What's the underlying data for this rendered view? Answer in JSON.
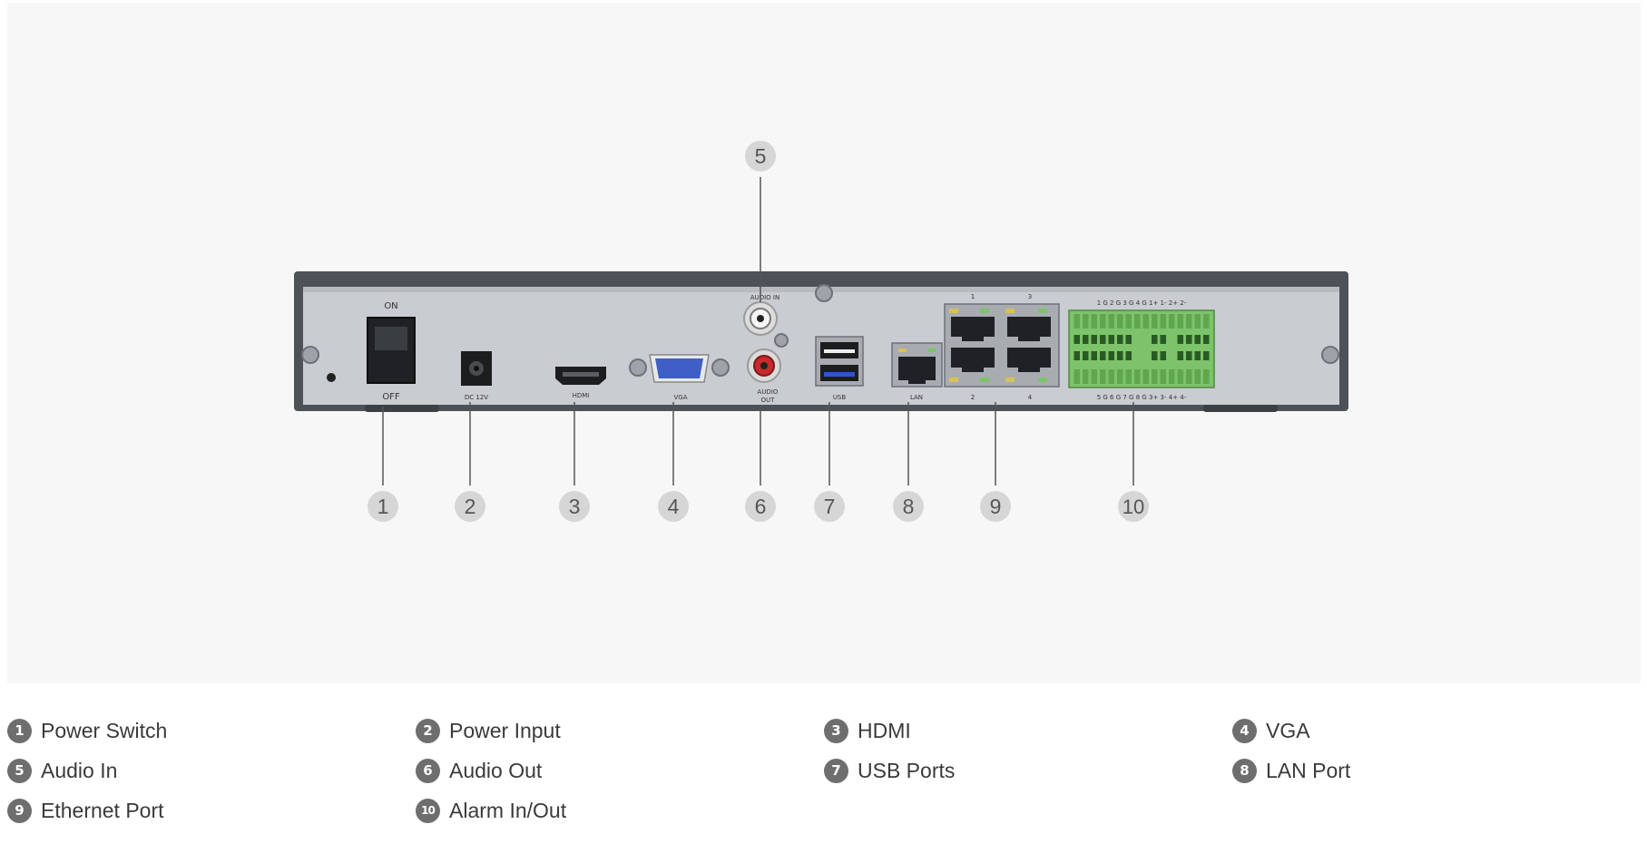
{
  "callouts": [
    {
      "number": "1",
      "label": "Power Switch"
    },
    {
      "number": "2",
      "label": "Power Input"
    },
    {
      "number": "3",
      "label": "HDMI"
    },
    {
      "number": "4",
      "label": "VGA"
    },
    {
      "number": "5",
      "label": "Audio In"
    },
    {
      "number": "6",
      "label": "Audio Out"
    },
    {
      "number": "7",
      "label": "USB Ports"
    },
    {
      "number": "8",
      "label": "LAN Port"
    },
    {
      "number": "9",
      "label": "Ethernet Port"
    },
    {
      "number": "10",
      "label": "Alarm In/Out"
    }
  ],
  "panel_text": {
    "on": "ON",
    "off": "OFF",
    "dc": "DC 12V",
    "hdmi": "HDMI",
    "vga": "VGA",
    "audio_in": "AUDIO IN",
    "audio_out_1": "AUDIO",
    "audio_out_2": "OUT",
    "usb": "USB",
    "lan": "LAN",
    "poe_1": "1",
    "poe_2": "2",
    "poe_3": "3",
    "poe_4": "4",
    "alarm_top": "1 G 2 G 3 G 4 G 1+ 1- 2+ 2-",
    "alarm_bottom": "5 G 6 G 7 G 8 G 3+ 3- 4+ 4-"
  },
  "colors": {
    "panel": "#c9ccd0",
    "frame": "#555a60",
    "callout_circle": "#d6d6d6",
    "callout_text": "#555555",
    "vga_blue": "#3f5fc7",
    "usb_blue": "#2f56c8",
    "terminal_green": "#7cc36a",
    "audio_red": "#c62a2a"
  }
}
